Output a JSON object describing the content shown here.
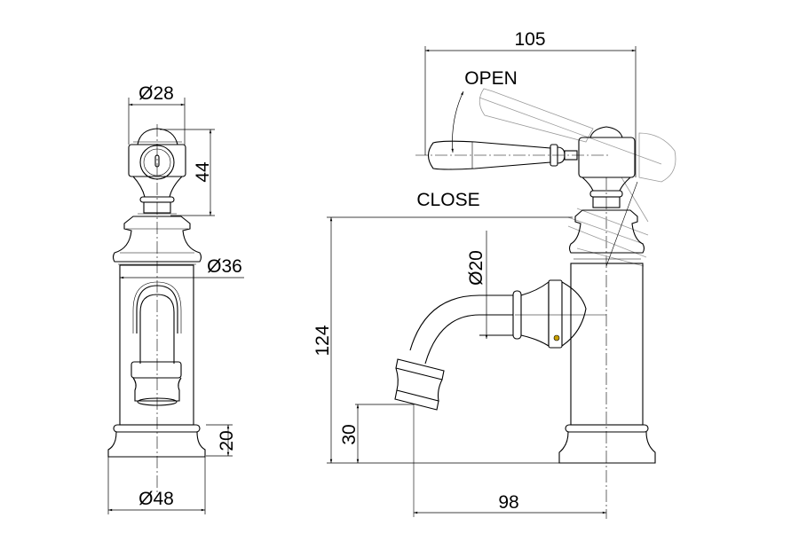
{
  "drawing": {
    "front_view": {
      "dimensions": {
        "handle_diameter": "Ø28",
        "handle_height": "44",
        "body_diameter": "Ø36",
        "base_height": "20",
        "base_diameter": "Ø48"
      }
    },
    "side_view": {
      "dimensions": {
        "overall_depth": "105",
        "overall_height": "124",
        "spout_clearance": "30",
        "spout_projection": "98",
        "spout_diameter": "Ø20"
      },
      "labels": {
        "open": "OPEN",
        "close": "CLOSE"
      }
    },
    "colors": {
      "line": "#000000",
      "ghost": "#9a9a9a",
      "accent": "#c8a000"
    }
  }
}
